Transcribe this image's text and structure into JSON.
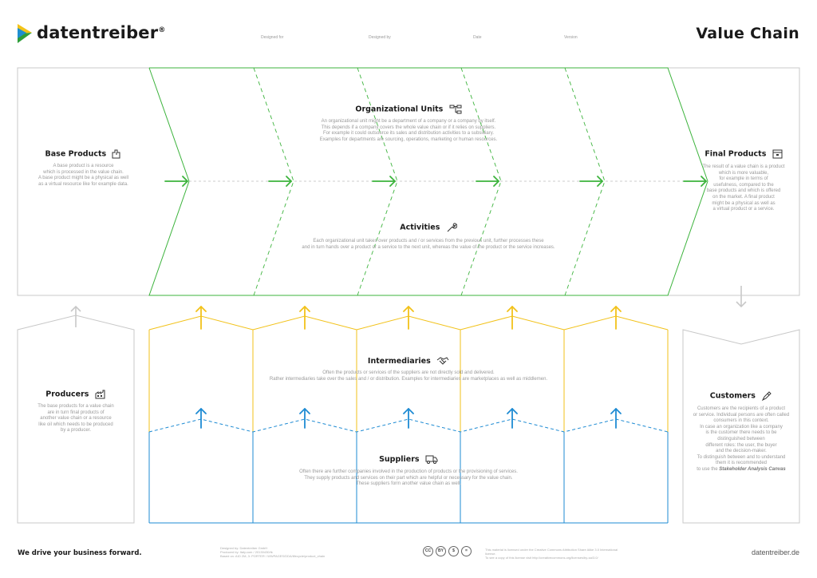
{
  "header": {
    "brand": "datentreiber",
    "registered": "®",
    "meta": [
      "Designed for",
      "Designed by",
      "Date",
      "Version"
    ],
    "page_title": "Value Chain"
  },
  "sections": {
    "base_products": {
      "title": "Base Products",
      "icon": "puzzle-icon",
      "lines": [
        "A base product is a resource",
        "which is processed in the value chain.",
        "A base product might be a physical as well",
        "as a virtual resource like for example data."
      ]
    },
    "organizational_units": {
      "title": "Organizational Units",
      "icon": "org-chart-icon",
      "lines": [
        "An organizational unit might be a department of a company or a company by itself.",
        "This depends if a company covers the whole value chain or if it relies on suppliers.",
        "For example it could outsource its sales and distribution activities to a subsidiary.",
        "Examples for departments are sourcing, operations, marketing or human resources."
      ]
    },
    "activities": {
      "title": "Activities",
      "icon": "wrench-icon",
      "lines": [
        "Each organizational unit takes over products and / or services from the previous unit, further processes these",
        "and in turn hands over a product or a service to the next unit, whereas the value of the product or the service increases."
      ]
    },
    "final_products": {
      "title": "Final Products",
      "icon": "box-icon",
      "lines": [
        "The result of a value chain is a product",
        "which is more valuable,",
        "for example in terms of",
        "usefulness, compared to the",
        "base products and which is offered",
        "on the market. A final product",
        "might be a physical as well as",
        "a virtual product or a service."
      ]
    },
    "producers": {
      "title": "Producers",
      "icon": "factory-icon",
      "lines": [
        "The base products for a value chain",
        "are in turn final products of",
        "another value chain or a resource",
        "like oil which needs to be produced",
        "by a producer."
      ]
    },
    "intermediaries": {
      "title": "Intermediaries",
      "icon": "handshake-icon",
      "lines": [
        "Often the products or services of the suppliers are not directly sold and delivered.",
        "Rather intermediaries take over the sales and / or distribution. Examples for intermediaries are marketplaces as well as middlemen."
      ]
    },
    "suppliers": {
      "title": "Suppliers",
      "icon": "truck-icon",
      "lines": [
        "Often there are further companies involved in the production of products or the provisioning of services.",
        "They supply products and services on their part which are helpful or necessary for the value chain.",
        "These suppliers form another value chain as well."
      ]
    },
    "customers": {
      "title": "Customers",
      "icon": "customer-pen-icon",
      "lines": [
        "Customers are the recipients of a product",
        "or service. Individual persons are often called",
        "consumers in this context.",
        "In case an organization like a company",
        "is the customer there needs to be",
        "distinguished between",
        "different roles: the user, the buyer",
        "and the decision-maker.",
        "To distinguish between and to understand",
        "them it is recommended"
      ],
      "last_line_prefix": "to use the",
      "last_line_link": "Stakeholder Analysis Canvas"
    }
  },
  "footer": {
    "tagline": "We drive your business forward.",
    "credits": [
      "Designed by: Datentreiber GmbH",
      "Produced by: Italy.com / 20130430/tk",
      "Based on: AIO 2M, 3: PORTER / WWPAGES/DDA/lifecycle/product_chain"
    ],
    "license_icons": [
      "CC",
      "BY",
      "$",
      "="
    ],
    "license_text": [
      "This material is licensed under the Creative Commons Attribution Share Alike 3.0 International license.",
      "To see a copy of this license visit http://creativecommons.org/licenses/by-sa/3.0/"
    ],
    "url": "datentreiber.de"
  },
  "colors": {
    "green": "#3cb33c",
    "yellow": "#f2c21a",
    "blue": "#1e8bd3",
    "gray": "#c8c8c8",
    "brand_green": "#2e9e3a",
    "brand_yellow": "#f3c318",
    "brand_blue": "#1f8fd0"
  }
}
